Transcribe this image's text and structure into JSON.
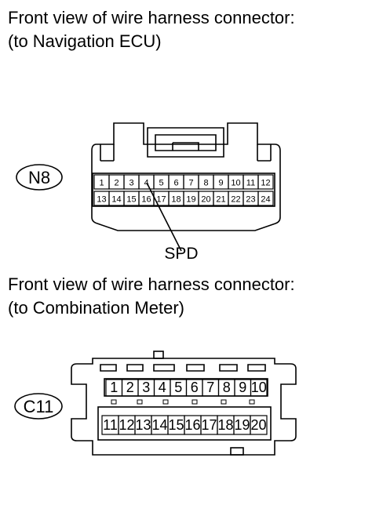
{
  "connector_n8": {
    "caption_line1": "Front view of wire harness connector:",
    "caption_line2": "(to Navigation ECU)",
    "id": "N8",
    "pins_row1": [
      "1",
      "2",
      "3",
      "4",
      "5",
      "6",
      "7",
      "8",
      "9",
      "10",
      "11",
      "12"
    ],
    "pins_row2": [
      "13",
      "14",
      "15",
      "16",
      "17",
      "18",
      "19",
      "20",
      "21",
      "22",
      "23",
      "24"
    ],
    "signal_label": "SPD",
    "signal_pin": "4"
  },
  "connector_c11": {
    "caption_line1": "Front view of wire harness connector:",
    "caption_line2": "(to Combination Meter)",
    "id": "C11",
    "pins_row1": [
      "1",
      "2",
      "3",
      "4",
      "5",
      "6",
      "7",
      "8",
      "9",
      "10"
    ],
    "pins_row2": [
      "11",
      "12",
      "13",
      "14",
      "15",
      "16",
      "17",
      "18",
      "19",
      "20"
    ]
  },
  "colors": {
    "line": "#000000",
    "background": "#ffffff"
  }
}
